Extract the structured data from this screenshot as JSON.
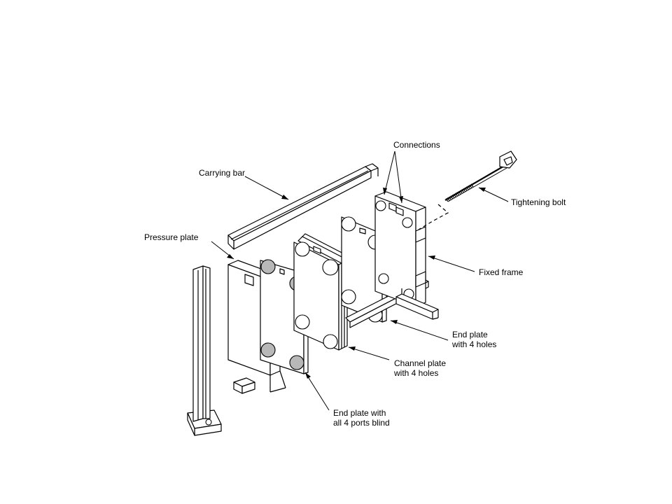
{
  "diagram": {
    "labels": {
      "connections": "Connections",
      "carrying_bar": "Carrying bar",
      "tightening_bolt": "Tightening bolt",
      "pressure_plate": "Pressure plate",
      "fixed_frame": "Fixed frame",
      "end_plate_4_holes_line1": "End plate",
      "end_plate_4_holes_line2": "with 4 holes",
      "channel_plate_line1": "Channel plate",
      "channel_plate_line2": "with 4 holes",
      "end_plate_blind_line1": "End plate with",
      "end_plate_blind_line2": "all 4 ports blind"
    },
    "colors": {
      "line": "#000000",
      "blind_port": "#b8b8b8",
      "background": "#ffffff"
    }
  }
}
